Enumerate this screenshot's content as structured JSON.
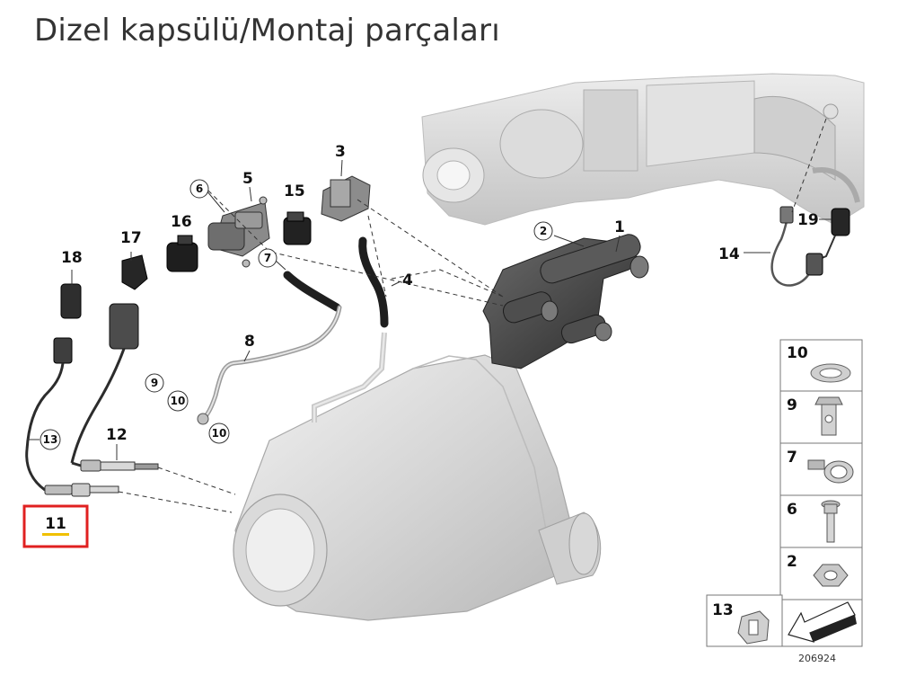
{
  "title": "Dizel kapsülü/Montaj parçaları",
  "diagram_id": "206924",
  "highlight_color": "#e02020",
  "highlight_underline_color": "#f0c000",
  "callouts": {
    "n1": "1",
    "n2": "2",
    "n3": "3",
    "n4": "4",
    "n5": "5",
    "n6": "6",
    "n7": "7",
    "n8": "8",
    "n9": "9",
    "n10a": "10",
    "n10b": "10",
    "n11": "11",
    "n12": "12",
    "n13": "13",
    "n14": "14",
    "n15": "15",
    "n16": "16",
    "n17": "17",
    "n18": "18",
    "n19": "19"
  },
  "legend": {
    "r10": "10",
    "r9": "9",
    "r7": "7",
    "r6": "6",
    "r2": "2",
    "r13": "13"
  }
}
